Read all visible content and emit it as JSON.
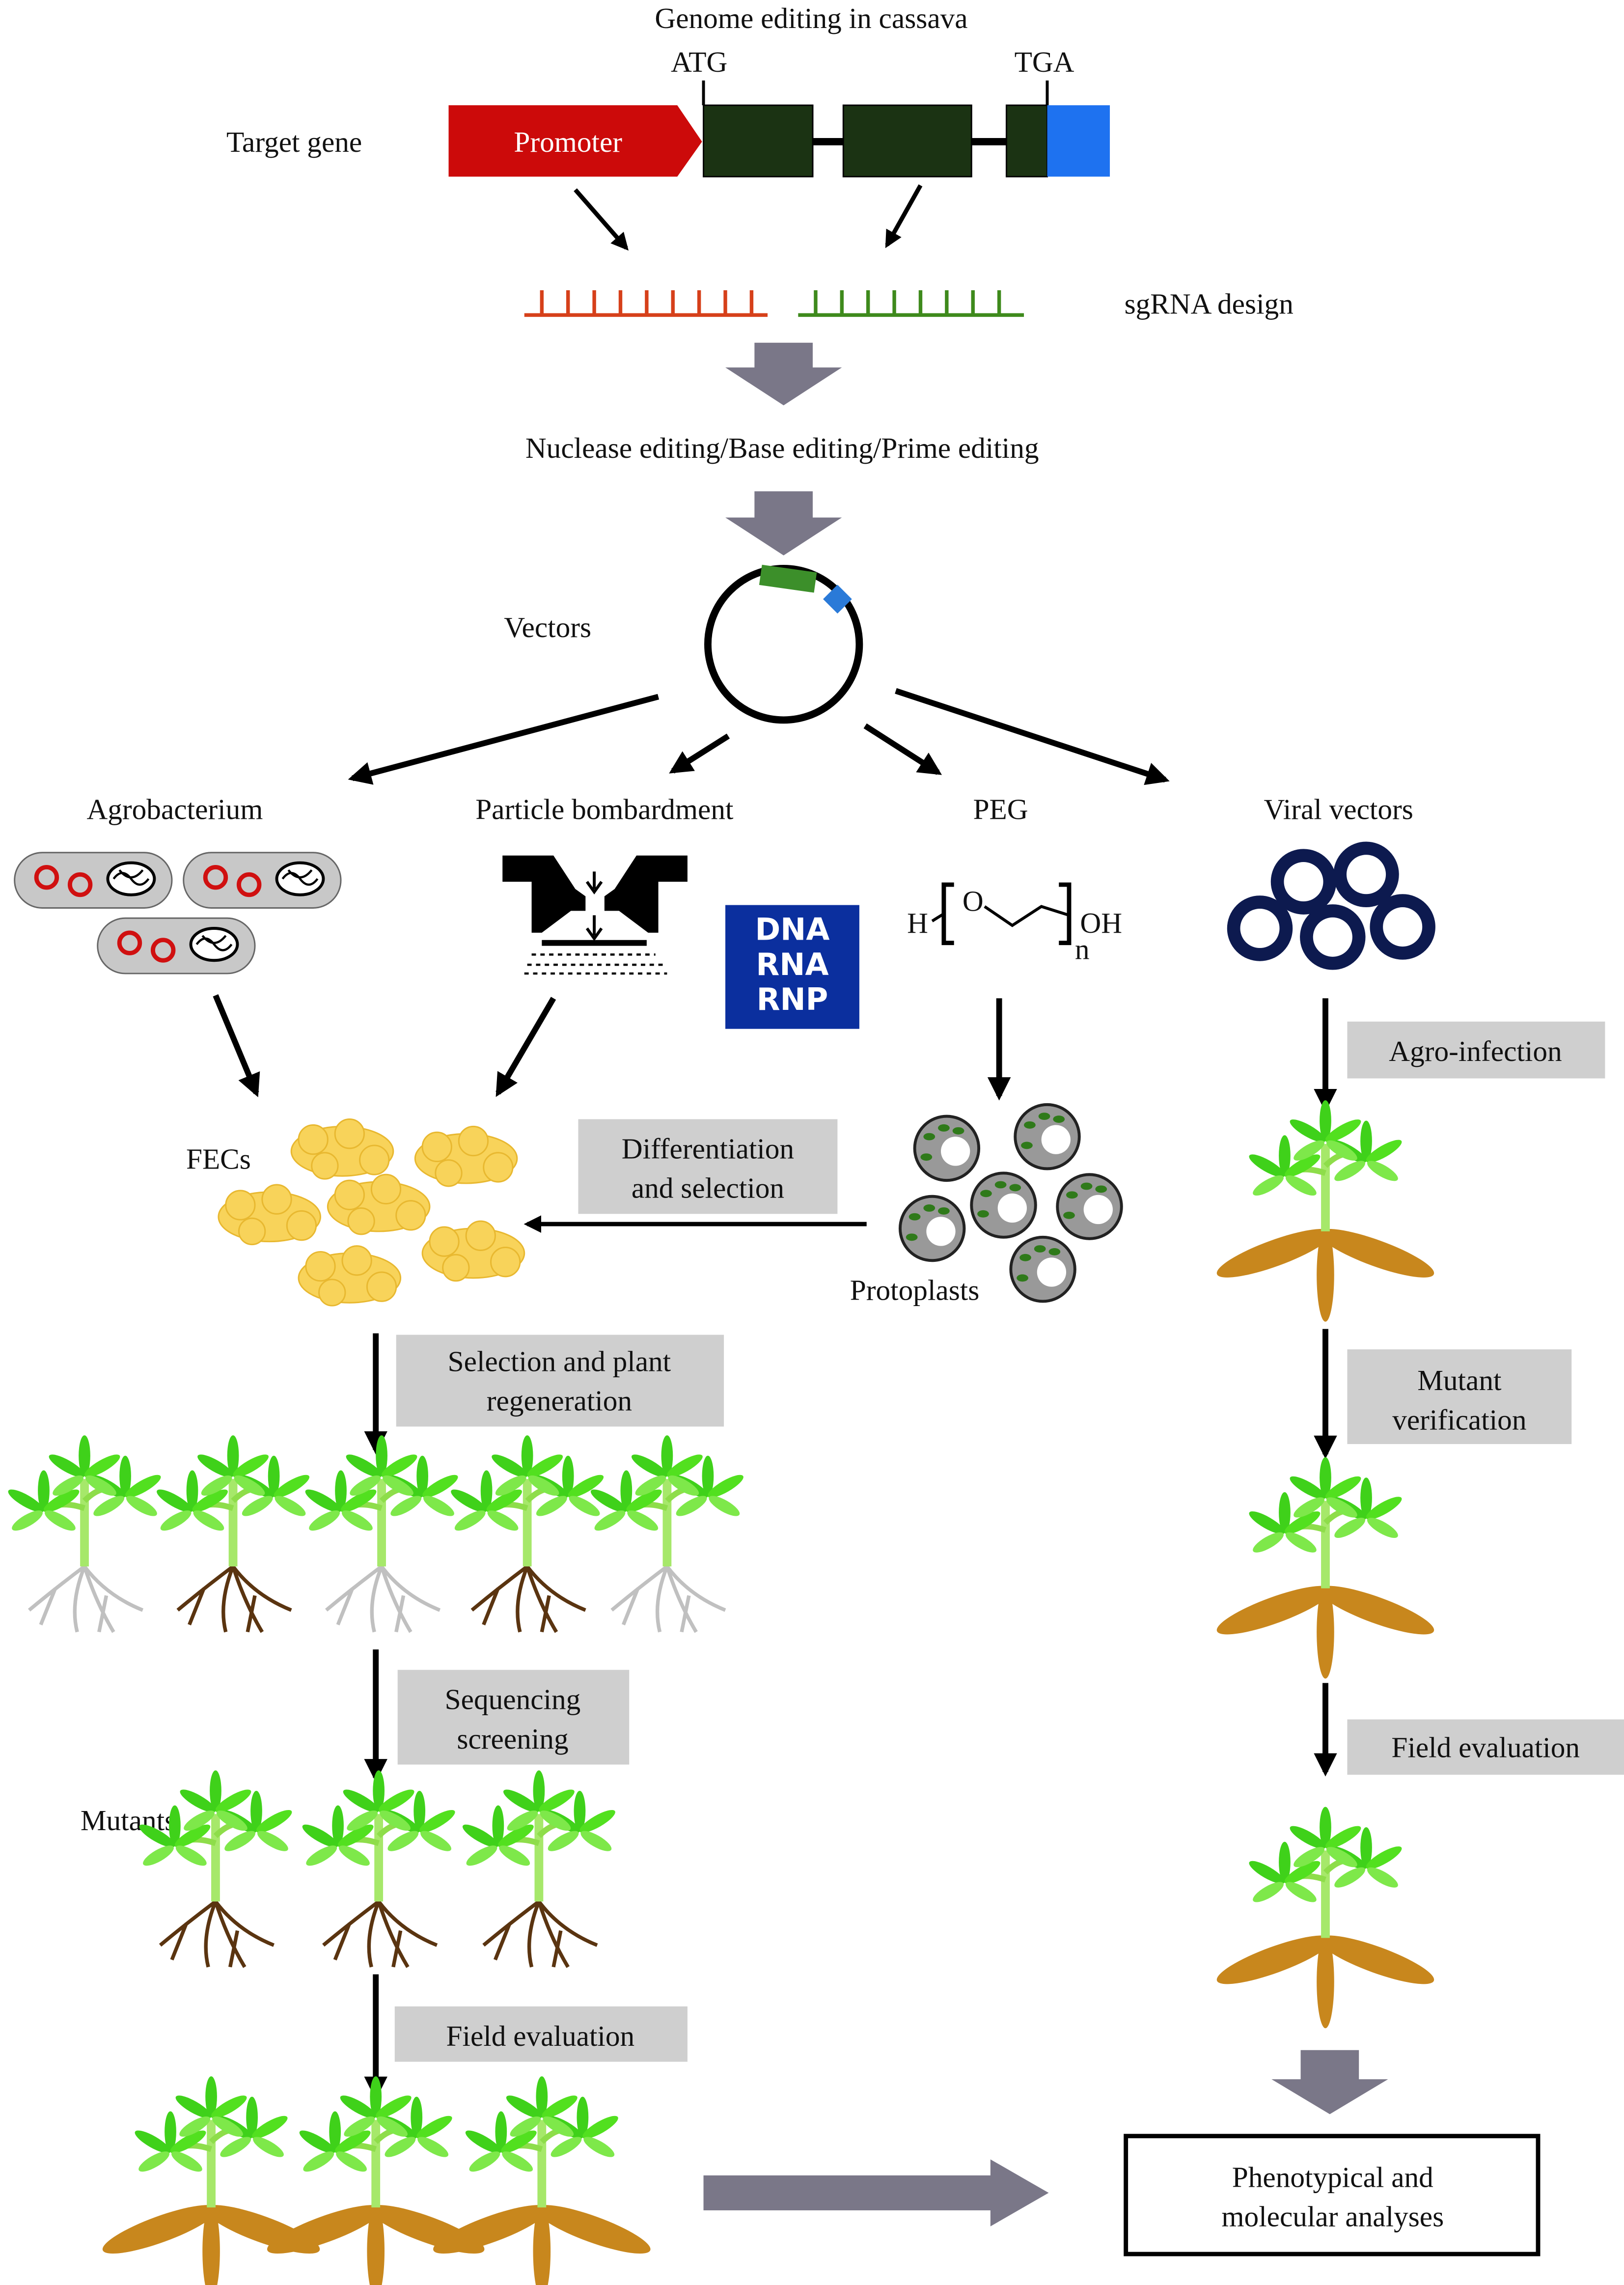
{
  "title": "Genome editing in cassava",
  "gene": {
    "label": "Target gene",
    "promoter": "Promoter",
    "start_codon": "ATG",
    "stop_codon": "TGA",
    "colors": {
      "promoter": "#cc0a0a",
      "exon": "#1b3313",
      "utr": "#1e72f0"
    }
  },
  "sgrna_label": "sgRNA design",
  "editing_label": "Nuclease editing/Base editing/Prime editing",
  "vectors_label": "Vectors",
  "methods": {
    "agrobacterium": "Agrobacterium",
    "particle": "Particle bombardment",
    "peg": "PEG",
    "viral": "Viral vectors"
  },
  "cargo": [
    "DNA",
    "RNA",
    "RNP"
  ],
  "peg_formula": {
    "h": "H",
    "o": "O",
    "oh": "OH",
    "n": "n"
  },
  "steps": {
    "agro_infection": "Agro-infection",
    "fecs": "FECs",
    "differentiation": [
      "Differentiation",
      "and selection"
    ],
    "protoplasts": "Protoplasts",
    "selection": [
      "Selection and plant",
      "regeneration"
    ],
    "mutant_verification": [
      "Mutant",
      "verification"
    ],
    "sequencing": [
      "Sequencing",
      "screening"
    ],
    "field_eval_right": "Field evaluation",
    "mutants": "Mutants",
    "field_eval_left": "Field evaluation",
    "final": [
      "Phenotypical and",
      "molecular analyses"
    ]
  }
}
